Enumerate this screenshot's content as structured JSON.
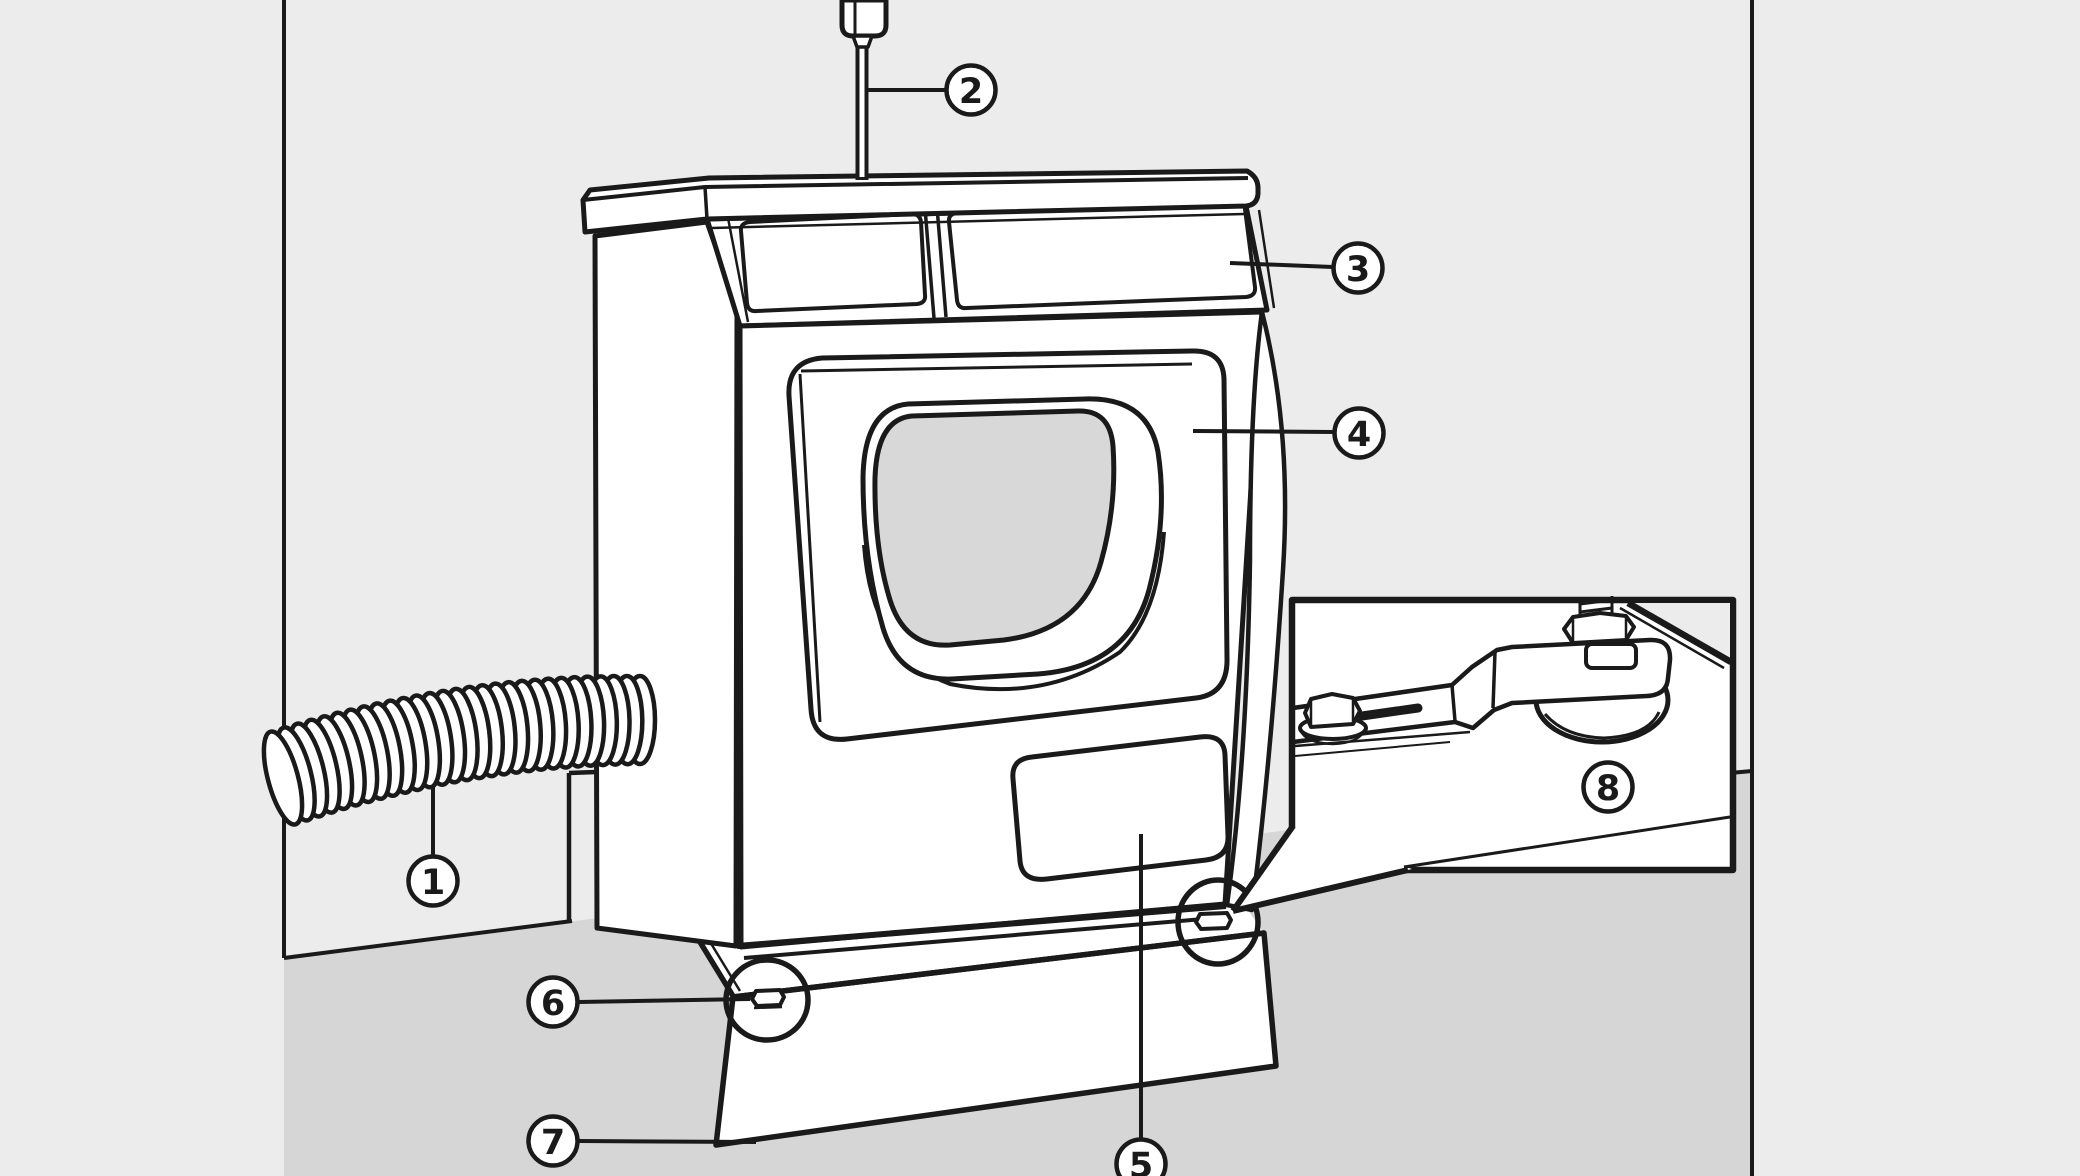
{
  "figure": {
    "callouts": [
      {
        "id": 1,
        "label": "1"
      },
      {
        "id": 2,
        "label": "2"
      },
      {
        "id": 3,
        "label": "3"
      },
      {
        "id": 4,
        "label": "4"
      },
      {
        "id": 5,
        "label": "5"
      },
      {
        "id": 6,
        "label": "6"
      },
      {
        "id": 7,
        "label": "7"
      },
      {
        "id": 8,
        "label": "8"
      }
    ],
    "colors": {
      "wall": "#ececec",
      "floor": "#d6d6d6",
      "line": "#1a1a1a",
      "surface": "#ffffff",
      "glass": "#d8d8d8",
      "side_shade": "#e9e9e9"
    }
  }
}
